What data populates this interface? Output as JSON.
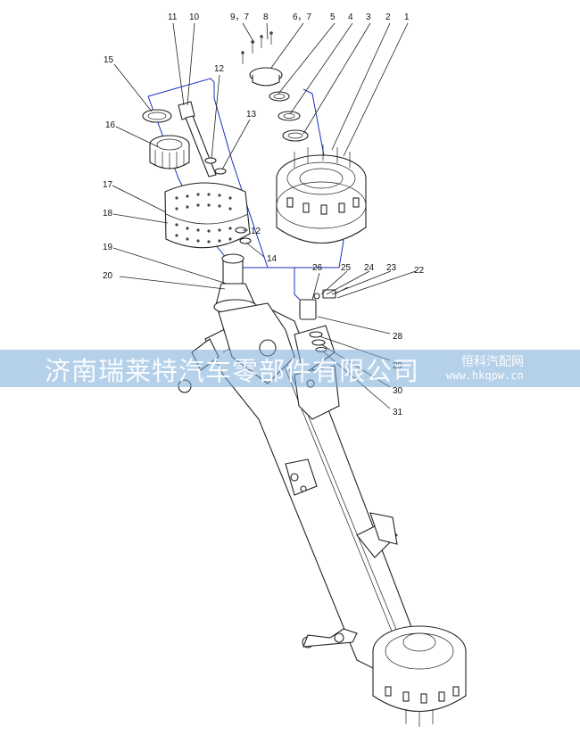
{
  "callouts": {
    "c1": "1",
    "c2": "2",
    "c3": "3",
    "c4": "4",
    "c5": "5",
    "c67": "6，7",
    "c8": "8",
    "c97": "9，7",
    "c10": "10",
    "c11": "11",
    "c12a": "12",
    "c12b": "12",
    "c13": "13",
    "c14": "14",
    "c15": "15",
    "c16": "16",
    "c17": "17",
    "c18": "18",
    "c19": "19",
    "c20": "20",
    "c22": "22",
    "c23": "23",
    "c24": "24",
    "c25": "25",
    "c26": "26",
    "c28": "28",
    "c29": "29",
    "c30": "30",
    "c31": "31"
  },
  "watermark": {
    "main": "济南瑞莱特汽车零部件有限公司",
    "brand": "恒科汽配网",
    "url": "www.hkqpw.cn"
  },
  "colors": {
    "assembly_line": "#1a2fbf",
    "watermark_band": "#78aad7"
  }
}
